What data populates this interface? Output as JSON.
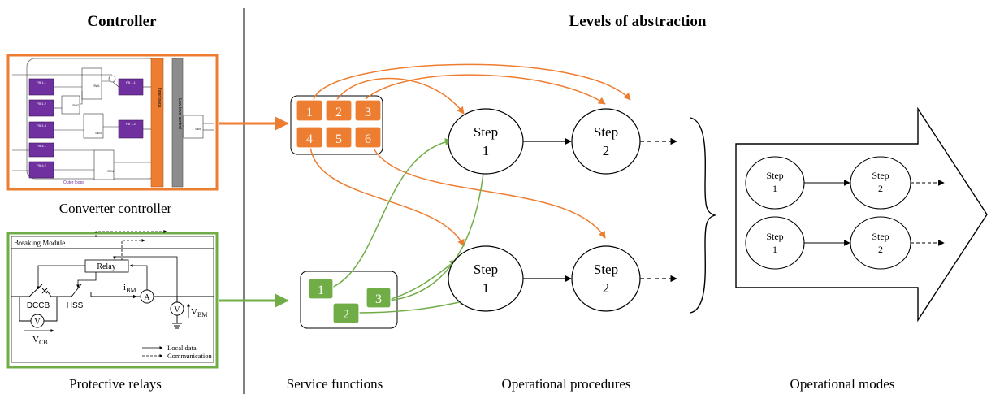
{
  "headers": {
    "controller": "Controller",
    "levels": "Levels of abstraction"
  },
  "captions": {
    "converter": "Converter controller",
    "relays": "Protective relays",
    "service": "Service functions",
    "procedures": "Operational procedures",
    "modes": "Operational modes"
  },
  "colors": {
    "orange": "#ED7D31",
    "green": "#70AD47",
    "purple": "#7030A0",
    "gray": "#808080",
    "black": "#000000"
  },
  "converter_panel": {
    "blocks": [
      "FB 1.1",
      "FB 1.2",
      "FB 1.3",
      "FB 4.1",
      "FB 4.2",
      "FB 1.1",
      "FB 1.2"
    ],
    "switches": [
      "SW1",
      "SW2",
      "SW3",
      "SW4",
      "SW5"
    ],
    "outer_label": "Outer loops",
    "inner_label": "Inner loops",
    "lowlevel_label": "Low-level control"
  },
  "relay_panel": {
    "title": "Breaking Module",
    "relay": "Relay",
    "dccb": "DCCB",
    "hss": "HSS",
    "ibm": "i",
    "ibm_sub": "BM",
    "vbm": "V",
    "vbm_sub": "BM",
    "vcb": "V",
    "vcb_sub": "CB",
    "ammeter": "A",
    "voltmeter": "V",
    "legend_local": "Local data",
    "legend_comm": "Communication"
  },
  "service_orange": [
    "1",
    "2",
    "3",
    "4",
    "5",
    "6"
  ],
  "service_green": [
    "1",
    "3",
    "2"
  ],
  "procedures": {
    "step_word": "Step",
    "top_step1_num": "1",
    "top_step2_num": "2",
    "bottom_step1_num": "1",
    "bottom_step2_num": "2"
  },
  "modes": {
    "step_word": "Step",
    "top_step1_num": "1",
    "top_step2_num": "2",
    "bottom_step1_num": "1",
    "bottom_step2_num": "2"
  }
}
